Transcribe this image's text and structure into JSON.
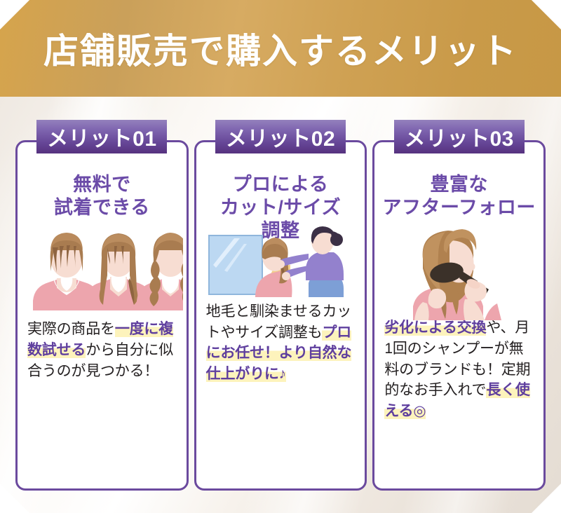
{
  "header": {
    "title": "店舗販売で購入するメリット",
    "banner_color": "#cfa153"
  },
  "theme": {
    "accent_purple": "#6b4a9e",
    "title_purple": "#6b4ba8",
    "badge_gradient_top": "#9481bd",
    "badge_gradient_bottom": "#56327f",
    "highlight_yellow": "#fdf3bc",
    "background_cream": "#f3eee8"
  },
  "cards": [
    {
      "badge": "メリット01",
      "title_lines": [
        "無料で",
        "試着できる"
      ],
      "illustration": "three-women-hairstyles-illustration",
      "body": [
        {
          "text": "実際の商品を",
          "style": "plain"
        },
        {
          "text": "一度",
          "style": "highlight"
        },
        {
          "text": "に複数試せる",
          "style": "highlight"
        },
        {
          "text": "から自分に似合うのが見つかる！",
          "style": "plain"
        }
      ]
    },
    {
      "badge": "メリット02",
      "title_lines": [
        "プロによる",
        "カット/サイズ",
        "調整"
      ],
      "illustration": "stylist-cutting-client-hair-mirror-illustration",
      "body": [
        {
          "text": "地毛と馴染ませるカットやサイズ調整も",
          "style": "plain"
        },
        {
          "text": "プロにお任せ！より自然な仕上がりに♪",
          "style": "highlight"
        }
      ]
    },
    {
      "badge": "メリット03",
      "title_lines": [
        "豊富な",
        "アフターフォロー"
      ],
      "illustration": "woman-brushing-hair-illustration",
      "body": [
        {
          "text": "劣化による交換",
          "style": "highlight"
        },
        {
          "text": "や、月1回のシャンプーが無料のブランドも！定期的なお手入れで",
          "style": "plain"
        },
        {
          "text": "長く使える◎",
          "style": "highlight"
        }
      ]
    }
  ]
}
